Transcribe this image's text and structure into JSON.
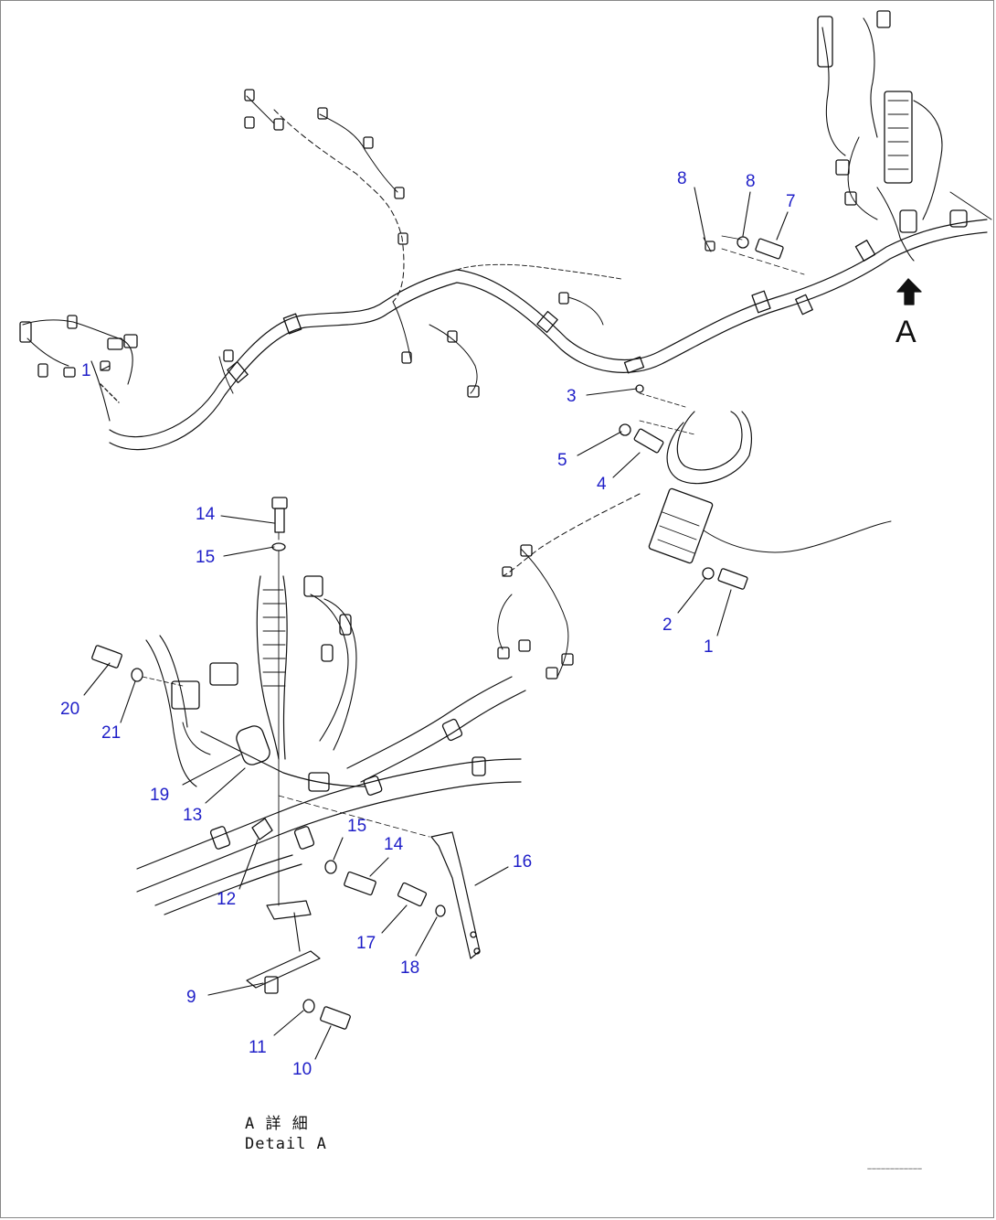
{
  "callouts": [
    {
      "id": "c1a",
      "text": "1"
    },
    {
      "id": "c8a",
      "text": "8"
    },
    {
      "id": "c8b",
      "text": "8"
    },
    {
      "id": "c7",
      "text": "7"
    },
    {
      "id": "c3",
      "text": "3"
    },
    {
      "id": "c5",
      "text": "5"
    },
    {
      "id": "c4",
      "text": "4"
    },
    {
      "id": "c2",
      "text": "2"
    },
    {
      "id": "c1b",
      "text": "1"
    },
    {
      "id": "c14a",
      "text": "14"
    },
    {
      "id": "c15a",
      "text": "15"
    },
    {
      "id": "c20",
      "text": "20"
    },
    {
      "id": "c21",
      "text": "21"
    },
    {
      "id": "c19",
      "text": "19"
    },
    {
      "id": "c13",
      "text": "13"
    },
    {
      "id": "c15b",
      "text": "15"
    },
    {
      "id": "c14b",
      "text": "14"
    },
    {
      "id": "c16",
      "text": "16"
    },
    {
      "id": "c12",
      "text": "12"
    },
    {
      "id": "c17",
      "text": "17"
    },
    {
      "id": "c18",
      "text": "18"
    },
    {
      "id": "c9",
      "text": "9"
    },
    {
      "id": "c11",
      "text": "11"
    },
    {
      "id": "c10",
      "text": "10"
    }
  ],
  "view_arrow_label": "A",
  "detail_caption": {
    "japanese": "A 詳 細",
    "english": "Detail A"
  }
}
